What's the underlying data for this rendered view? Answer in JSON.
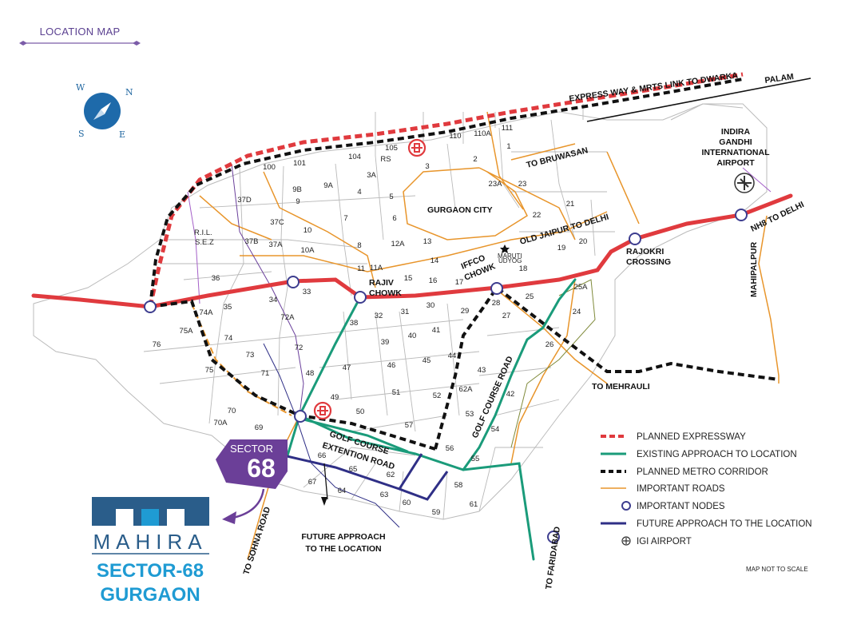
{
  "title": "LOCATION MAP",
  "compass": {
    "n": "N",
    "e": "E",
    "s": "S",
    "w": "W"
  },
  "roads": {
    "expressway_dwarka": "EXPRESS WAY & MRTS LINK TO DWARKA",
    "palam": "PALAM",
    "to_bruwasan": "TO BRUWASAN",
    "old_jaipur": "OLD JAIPUR TO DELHI",
    "nh8": "NH8 TO DELHI",
    "mahipalpur": "MAHIPALPUR",
    "to_mehrauli": "TO MEHRAULI",
    "golf_course_road": "GOLF COURSE ROAD",
    "golf_course_ext_1": "GOLF COURSE",
    "golf_course_ext_2": "EXTENTION ROAD",
    "to_sohna": "TO SOHNA ROAD",
    "to_faridabad": "TO FARIDABAD",
    "future_1": "FUTURE APPROACH",
    "future_2": "TO THE LOCATION"
  },
  "places": {
    "gurgaon_city": "GURGAON CITY",
    "airport_1": "INDIRA",
    "airport_2": "GANDHI",
    "airport_3": "INTERNATIONAL",
    "airport_4": "AIRPORT",
    "rajiv_1": "RAJIV",
    "rajiv_2": "CHOWK",
    "iffco_1": "IFFCO",
    "iffco_2": "CHOWK",
    "rajokri_1": "RAJOKRI",
    "rajokri_2": "CROSSING",
    "ril_1": "R.I.L.",
    "ril_2": "S.E.Z",
    "maruti_1": "MARUTI",
    "maruti_2": "UDYOG"
  },
  "sectors": [
    "111",
    "110",
    "110A",
    "1",
    "105",
    "RS",
    "104",
    "101",
    "100",
    "3",
    "2",
    "23A",
    "23",
    "3A",
    "4",
    "5",
    "9A",
    "9B",
    "9",
    "37D",
    "6",
    "7",
    "22",
    "21",
    "37C",
    "10",
    "12A",
    "8",
    "13",
    "37B",
    "37A",
    "10A",
    "20",
    "19",
    "18",
    "14",
    "11",
    "11A",
    "15",
    "16",
    "17",
    "36",
    "33",
    "34",
    "35",
    "74A",
    "75A",
    "74",
    "73",
    "76",
    "72A",
    "72",
    "71",
    "75",
    "70",
    "70A",
    "69",
    "48",
    "38",
    "32",
    "31",
    "30",
    "29",
    "28",
    "27",
    "25",
    "25A",
    "24",
    "26",
    "39",
    "40",
    "41",
    "44",
    "43",
    "42",
    "47",
    "46",
    "45",
    "51",
    "52",
    "62A",
    "53",
    "54",
    "49",
    "50",
    "57",
    "56",
    "55",
    "66",
    "65",
    "62",
    "67",
    "64",
    "63",
    "60",
    "59",
    "58",
    "61"
  ],
  "sector_pin": {
    "label": "SECTOR",
    "number": "68"
  },
  "legend": [
    {
      "label": "PLANNED EXPRESSWAY",
      "color": "#e03a3e"
    },
    {
      "label": "EXISTING APPROACH TO LOCATION",
      "color": "#1a9b7a"
    },
    {
      "label": "PLANNED METRO CORRIDOR",
      "color": "#111111"
    },
    {
      "label": "IMPORTANT ROADS",
      "color": "#e8952b"
    },
    {
      "label": "IMPORTANT NODES",
      "color": "#3d3d8f"
    },
    {
      "label": "FUTURE APPROACH TO THE LOCATION",
      "color": "#2f2f86"
    },
    {
      "label": "IGI AIRPORT",
      "color": "#333333"
    }
  ],
  "scale_note": "MAP NOT TO SCALE",
  "brand": {
    "name": "MAHIRA",
    "line1": "SECTOR-68",
    "line2": "GURGAON"
  }
}
